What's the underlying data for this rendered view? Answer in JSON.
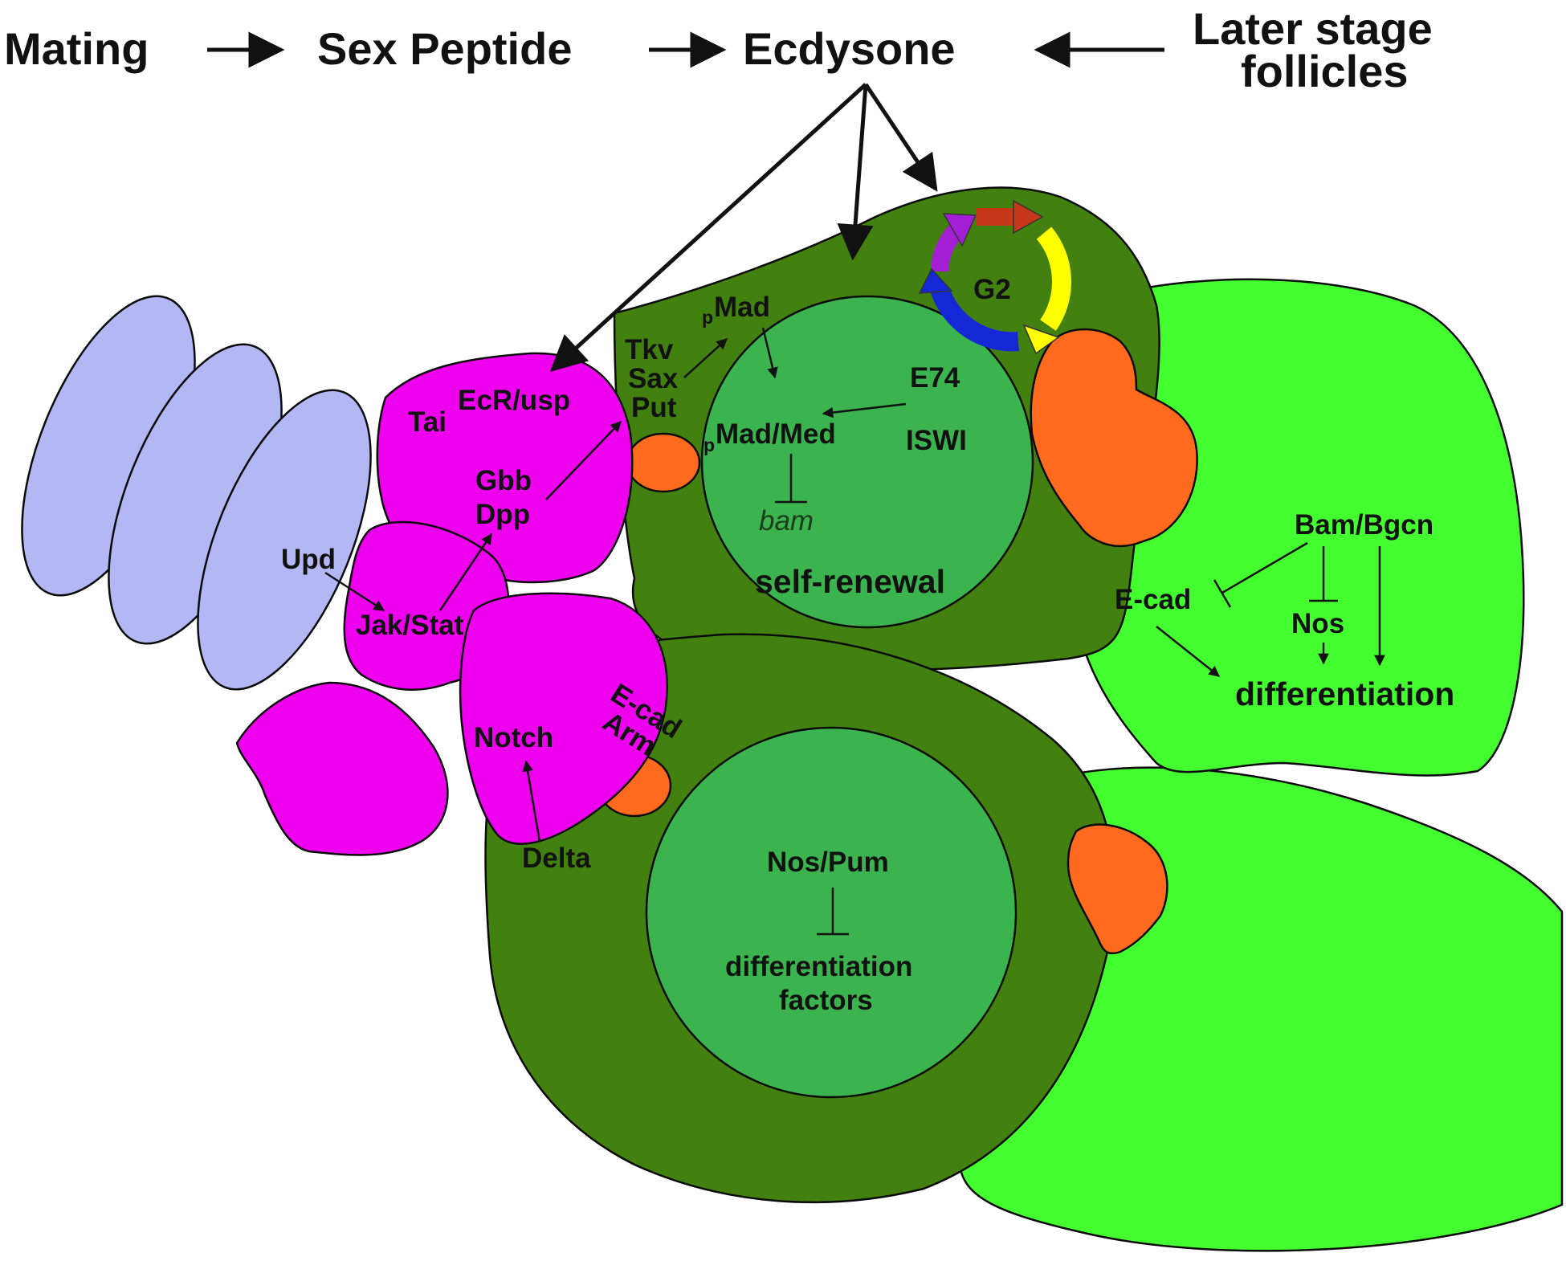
{
  "header": {
    "mating": "Mating",
    "sex_peptide": "Sex Peptide",
    "ecdysone": "Ecdysone",
    "later_stage_line1": "Later stage",
    "later_stage_line2": "follicles"
  },
  "cycle": {
    "label": "G2"
  },
  "gsc_upper": {
    "tkv": "Tkv",
    "sax": "Sax",
    "put": "Put",
    "pmad_sub": "p",
    "pmad": "Mad",
    "pmad_med_sub": "p",
    "pmad_med": "Mad/Med",
    "e74": "E74",
    "iswi": "ISWI",
    "bam": "bam",
    "self_renewal": "self-renewal"
  },
  "niche": {
    "tai": "Tai",
    "ecr_usp": "EcR/usp",
    "gbb": "Gbb",
    "dpp": "Dpp",
    "upd": "Upd",
    "jak_stat": "Jak/Stat",
    "notch": "Notch",
    "delta": "Delta",
    "ecad": "E-cad",
    "arm": "Arm"
  },
  "cystoblast": {
    "bam_bgcn": "Bam/Bgcn",
    "ecad": "E-cad",
    "nos": "Nos",
    "differentiation": "differentiation"
  },
  "gsc_lower": {
    "nos_pum": "Nos/Pum",
    "diff_factors_line1": "differentiation",
    "diff_factors_line2": "factors"
  },
  "colors": {
    "terminal_filament": "#b3b8f5",
    "cap_cell": "#ee00ee",
    "gsc_cytoplasm": "#42800f",
    "gsc_nucleus": "#3bb34e",
    "cystoblast": "#44ff2f",
    "spectrosome": "#ff6a1f",
    "cycle_purple": "#a31fd6",
    "cycle_red": "#c7381a",
    "cycle_yellow": "#ffff00",
    "cycle_blue": "#1428d6"
  }
}
